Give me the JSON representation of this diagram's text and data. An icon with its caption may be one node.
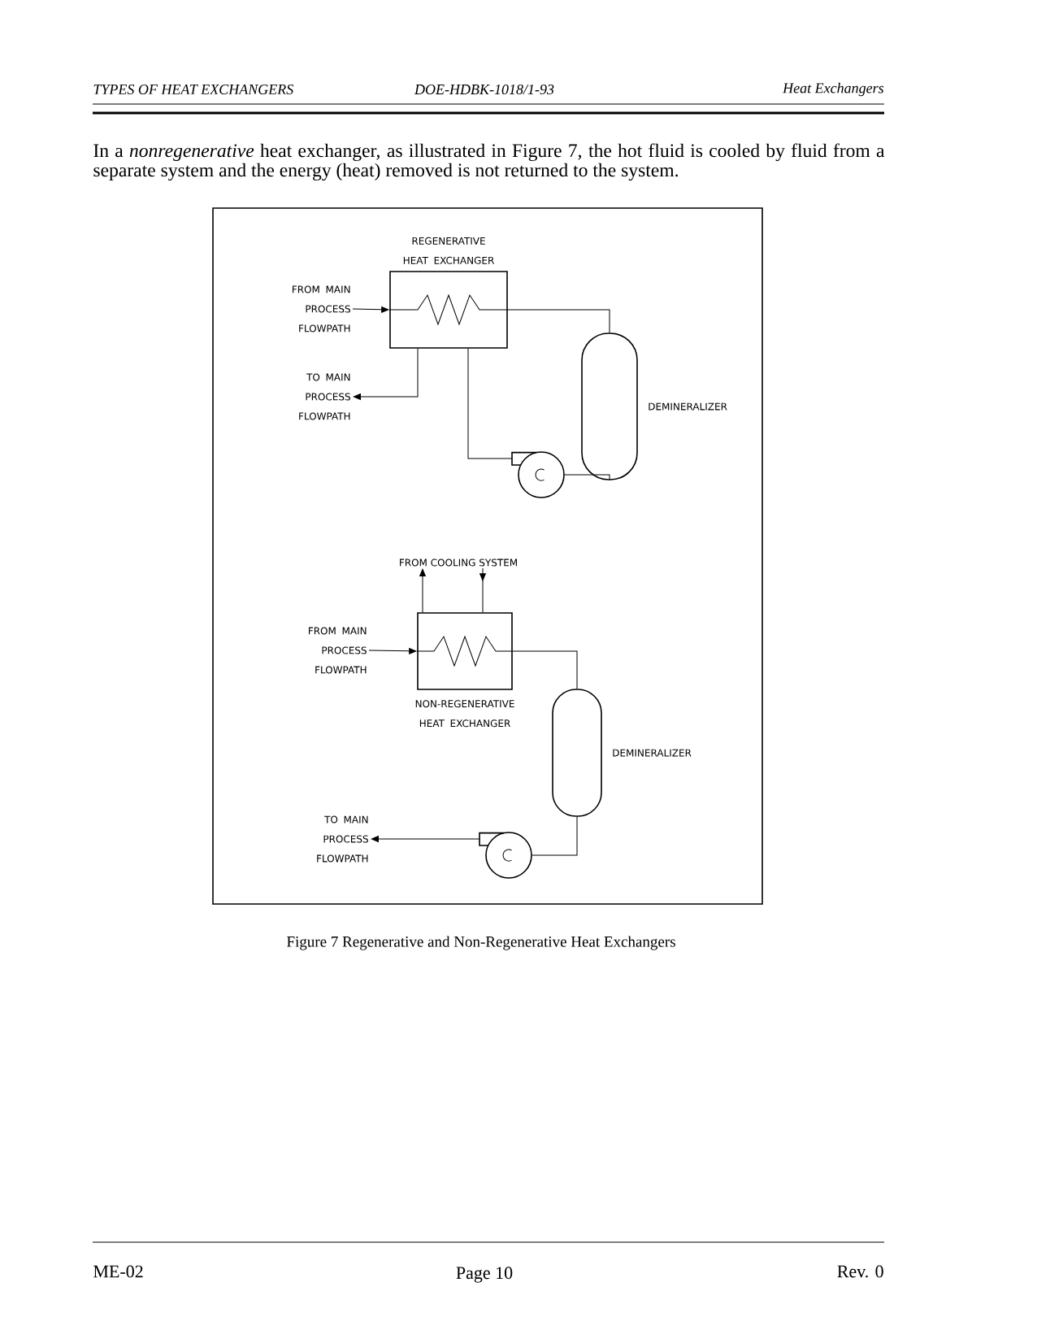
{
  "diagram": {
    "caption": "Figure 7  Regenerative and Non-Regenerative Heat Exchangers",
    "nodes": [
      {
        "text": [
          "FROM MAIN PROCESS FLOWPATH"
        ]
      },
      {
        "text": [
          "TO MAIN PROCESS FLOWPATH"
        ]
      },
      {
        "text": [
          "REGENERATIVE HEAT EXCHANGER"
        ]
      },
      {
        "text": [],
        "shape": "cylinder",
        "beside": [
          "DEMINERALIZER"
        ]
      },
      {
        "text": [],
        "shape": "pump"
      },
      {
        "text": [
          "FROM COOLING SYSTEM"
        ]
      },
      {
        "text": [
          "FROM MAIN PROCESS FLOWPATH"
        ]
      },
      {
        "text": [
          "NON-REGENERATIVE HEAT EXCHANGER"
        ]
      },
      {
        "text": [],
        "shape": "cylinder",
        "beside": [
          "DEMINERALIZER"
        ]
      },
      {
        "text": [],
        "shape": "pump"
      },
      {
        "text": [
          "TO MAIN PROCESS FLOWPATH"
        ]
      }
    ],
    "edges": [
      {
        "from": 0,
        "to": 2,
        "arrow": "to"
      },
      {
        "from": 2,
        "to": 1,
        "arrow": "to"
      },
      {
        "from": 2,
        "to": 3,
        "arrow": "none"
      },
      {
        "from": 3,
        "to": 4,
        "arrow": "none"
      },
      {
        "from": 4,
        "to": 2,
        "arrow": "none"
      },
      {
        "from": 7,
        "to": 5,
        "arrow": "to"
      },
      {
        "from": 5,
        "to": 7,
        "arrow": "to"
      },
      {
        "from": 6,
        "to": 7,
        "arrow": "to"
      },
      {
        "from": 7,
        "to": 8,
        "arrow": "none"
      },
      {
        "from": 8,
        "to": 9,
        "arrow": "none"
      },
      {
        "from": 9,
        "to": 10,
        "arrow": "to"
      }
    ],
    "labels": [
      "TYPES OF HEAT EXCHANGERS",
      "DOE-HDBK-1018/1-93",
      "Heat Exchangers",
      "In a *nonregenerative* heat exchanger, as illustrated in Figure 7, the hot fluid is cooled by fluid from a separate system and the energy (heat) removed is not returned to the system.",
      "ME-02",
      "Page 10",
      "Rev. 0"
    ]
  }
}
